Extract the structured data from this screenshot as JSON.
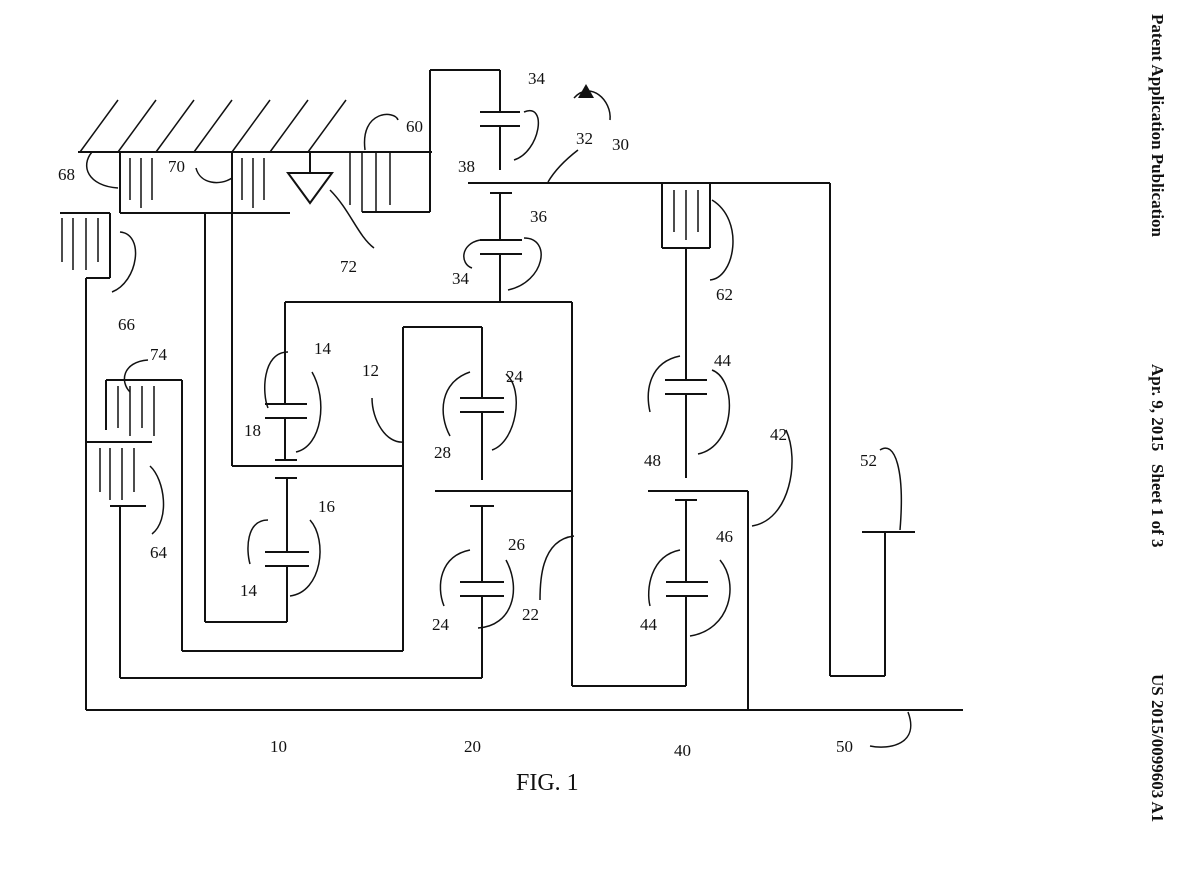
{
  "header": {
    "publication": "Patent Application Publication",
    "date_sheet": "Apr. 9, 2015   Sheet 1 of 3",
    "number": "US 2015/0099603 A1"
  },
  "figure": {
    "caption": "FIG. 1",
    "refs": {
      "r10": "10",
      "r20": "20",
      "r40": "40",
      "r50": "50",
      "r12": "12",
      "r14a": "14",
      "r14b": "14",
      "r16": "16",
      "r18": "18",
      "r22": "22",
      "r24a": "24",
      "r24b": "24",
      "r26": "26",
      "r28": "28",
      "r30": "30",
      "r32": "32",
      "r34a": "34",
      "r34b": "34",
      "r36": "36",
      "r38": "38",
      "r42": "42",
      "r44a": "44",
      "r44b": "44",
      "r46": "46",
      "r48": "48",
      "r52": "52",
      "r60": "60",
      "r62": "62",
      "r64": "64",
      "r66": "66",
      "r68": "68",
      "r70": "70",
      "r72": "72",
      "r74": "74"
    }
  }
}
